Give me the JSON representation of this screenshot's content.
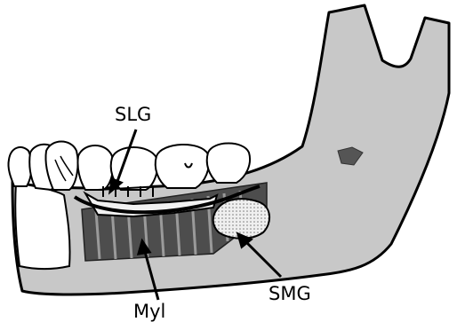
{
  "labels": {
    "slg": "SLG",
    "myl": "Myl",
    "smg": "SMG"
  },
  "colors": {
    "bone": "#c8c8c8",
    "muscle": "#4d4d4d",
    "muscle_stripe": "#9a9a9a",
    "gland": "#e8e8e8",
    "tooth": "#ffffff",
    "outline": "#000000",
    "foramen": "#555555"
  },
  "icons": {
    "mandible": "mandible-bone-icon",
    "teeth": "tooth-row-icon",
    "sublingual_gland": "sublingual-gland-icon",
    "submandibular_gland": "submandibular-gland-icon",
    "mylohyoid_muscle": "mylohyoid-muscle-icon"
  }
}
